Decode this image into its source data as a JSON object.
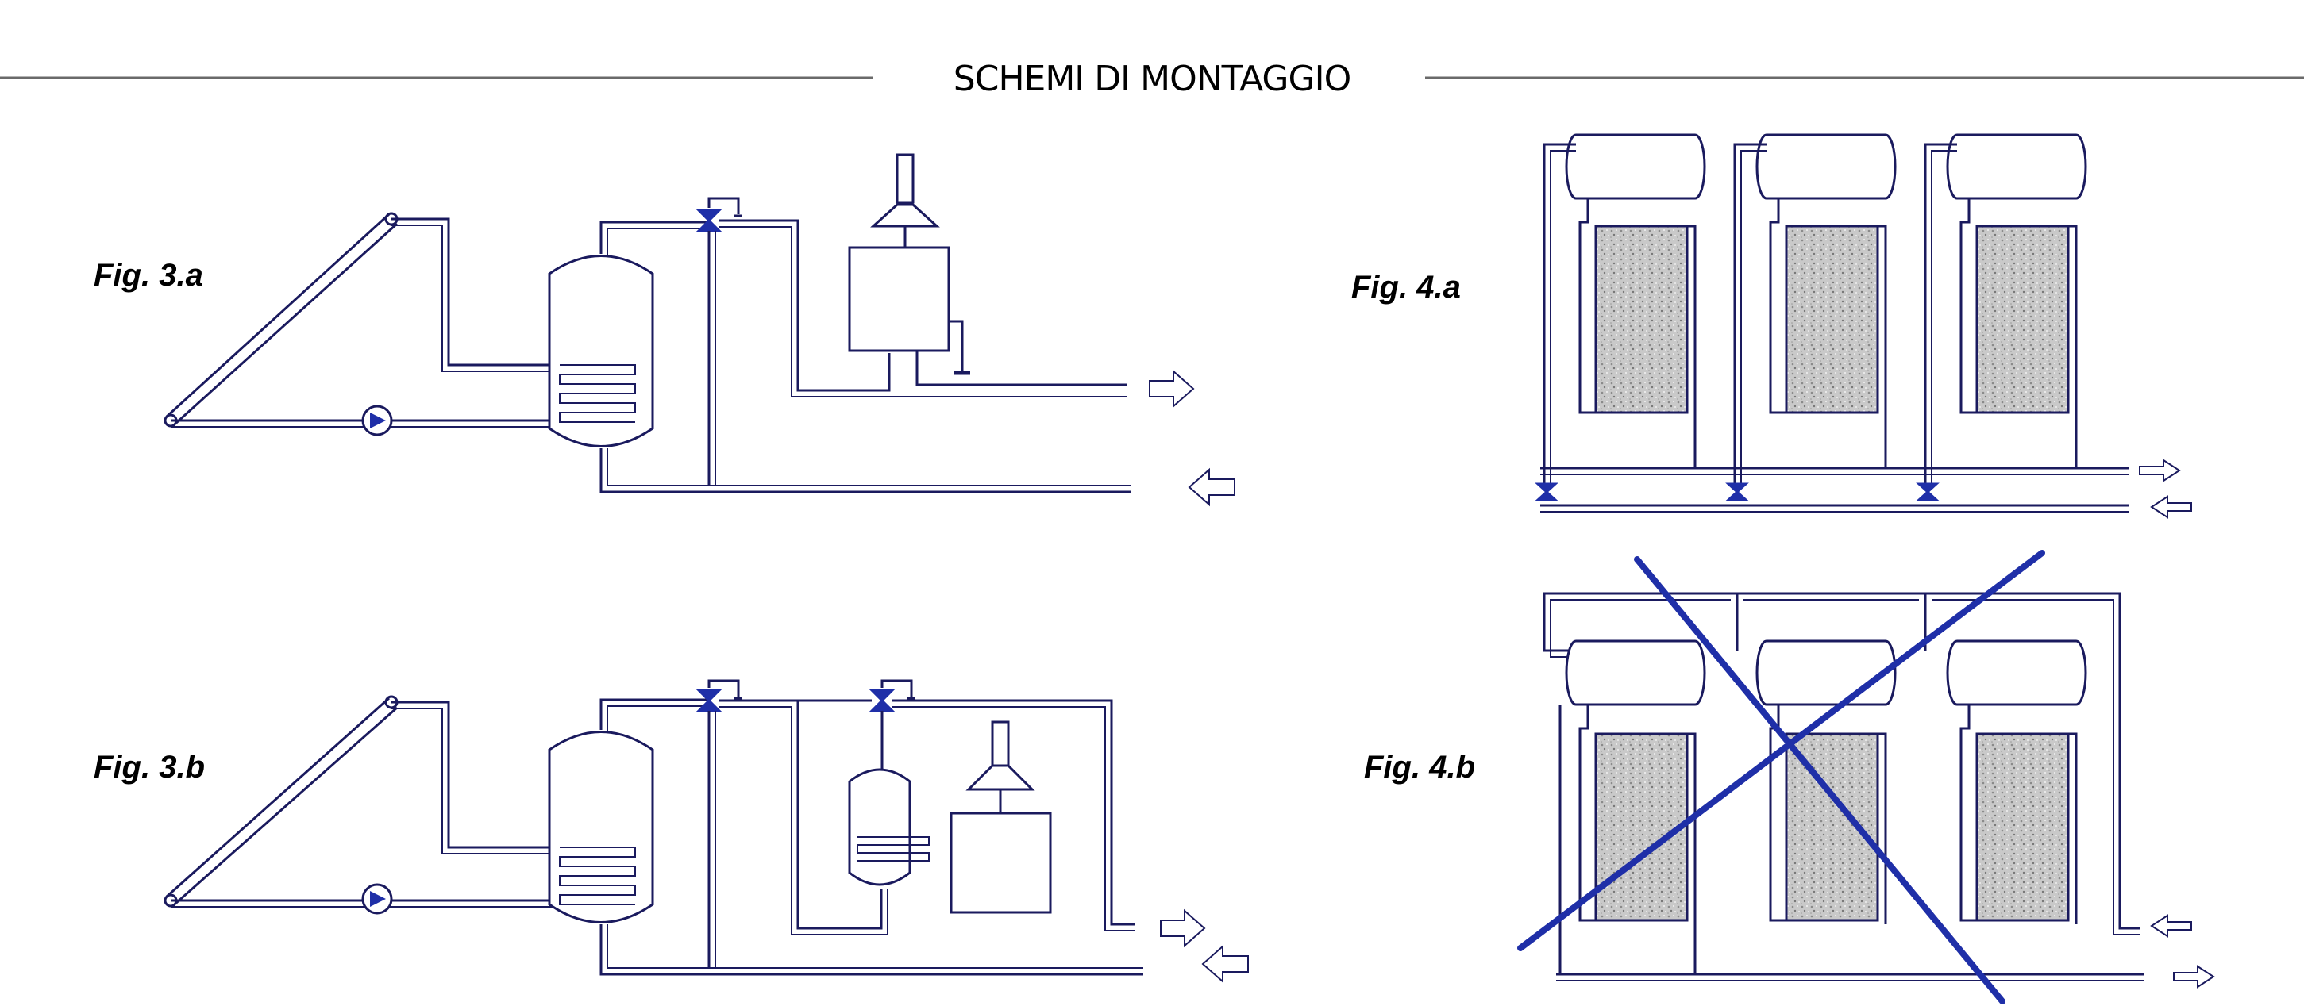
{
  "title": "SCHEMI DI MONTAGGIO",
  "figures": {
    "fig3a": "Fig. 3.a",
    "fig3b": "Fig. 3.b",
    "fig4a": "Fig. 4.a",
    "fig4b": "Fig. 4.b"
  },
  "colors": {
    "pipe": "#1a1a5e",
    "accent": "#1f2fa8",
    "line": "#666666"
  }
}
